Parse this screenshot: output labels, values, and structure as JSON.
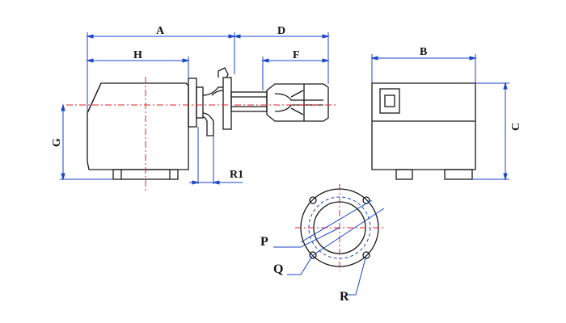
{
  "labels": {
    "A": "A",
    "B": "B",
    "C": "C",
    "D": "D",
    "F": "F",
    "G": "G",
    "H": "H",
    "R1": "R1",
    "P": "P",
    "Q": "Q",
    "R": "R"
  },
  "colors": {
    "outline": "#1a1a1a",
    "dimension": "#1a46c8",
    "centerline": "#e0202a"
  }
}
